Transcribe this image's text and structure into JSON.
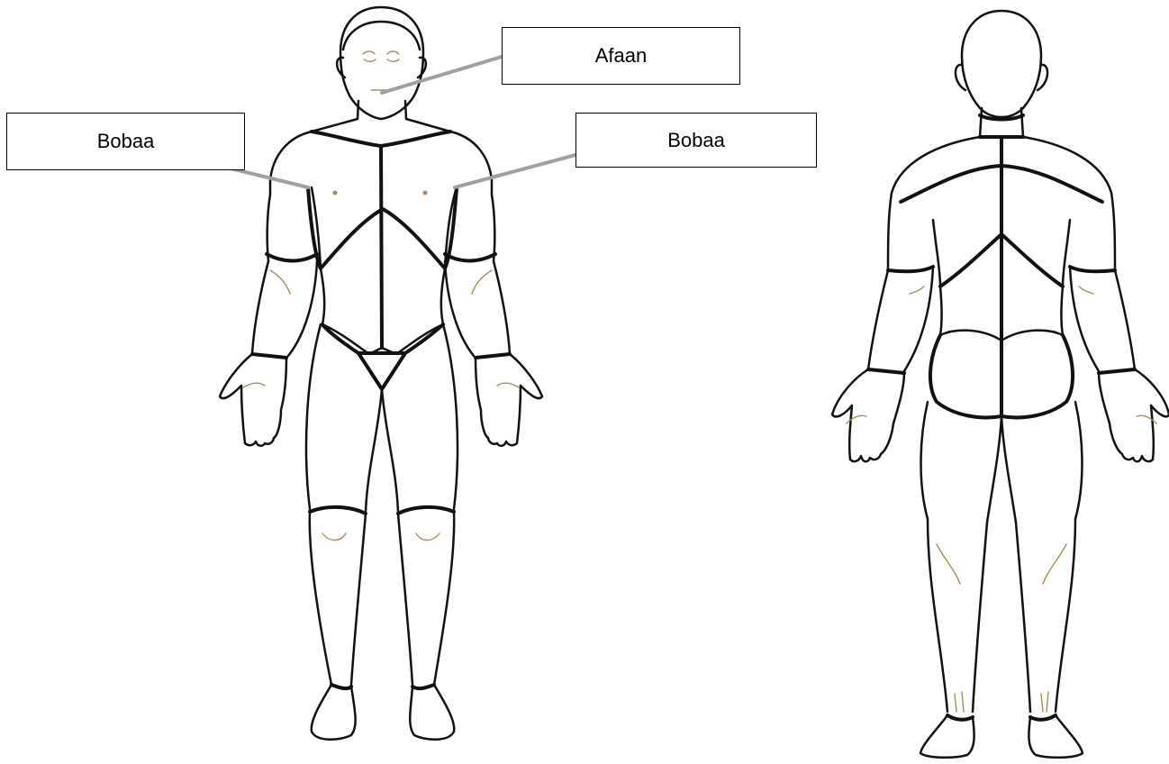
{
  "labels": {
    "mouth": "Afaan",
    "right_arm": "Bobaa",
    "left_arm": "Bobaa"
  },
  "colors": {
    "outline": "#111111",
    "leader_line": "#a0a0a0",
    "skin_detail": "#b08a55"
  }
}
